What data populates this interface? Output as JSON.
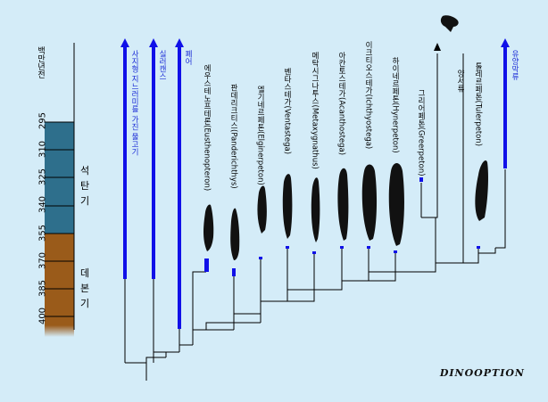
{
  "time_axis": {
    "unit_label": "백만년전",
    "ticks": [
      "295",
      "310",
      "325",
      "340",
      "355",
      "370",
      "385",
      "400"
    ]
  },
  "periods": [
    {
      "name": "석탄기",
      "color": "#2e6f8c"
    },
    {
      "name": "데본기",
      "color": "#9a5b1a"
    }
  ],
  "taxa": [
    {
      "id": "sarcopterygii",
      "label": "사지형 지느러미를 가진 물고기",
      "color": "blue"
    },
    {
      "id": "lungfish",
      "label": "실러캔스",
      "color": "blue"
    },
    {
      "id": "coelacanth",
      "label": "폐어",
      "color": "blue"
    },
    {
      "id": "eusthenopteron",
      "label": "에우스테노프테론(Eusthenopteron)",
      "color": "black"
    },
    {
      "id": "panderichthys",
      "label": "판데리크티스(Panderichthys)",
      "color": "black"
    },
    {
      "id": "elginerpeton",
      "label": "엘기네르페톤(Elginerpeton)",
      "color": "black"
    },
    {
      "id": "ventastega",
      "label": "벤타스테가(Ventastega)",
      "color": "black"
    },
    {
      "id": "metaxygnathus",
      "label": "메탁시그나투스(Metaxygnathus)",
      "color": "black"
    },
    {
      "id": "acanthostega",
      "label": "아칸토스테가(Acanthostega)",
      "color": "black"
    },
    {
      "id": "ichthyostega",
      "label": "이크티오스테가(Ichthyostega)",
      "color": "black"
    },
    {
      "id": "hynerpeton",
      "label": "하이네르페톤(Hynerpeton)",
      "color": "black"
    },
    {
      "id": "greerpeton",
      "label": "그리어페톤(Greerpeton)",
      "color": "black"
    },
    {
      "id": "amphibians",
      "label": "양서류",
      "color": "black"
    },
    {
      "id": "tulerpeton",
      "label": "툴레르페톤(Tulerpeton)",
      "color": "black"
    },
    {
      "id": "amniotes",
      "label": "유양막류",
      "color": "blue"
    }
  ],
  "colors": {
    "background": "#d4ecf8",
    "lineage_blue": "#1010e8",
    "silhouette": "#111111"
  },
  "logo": "DINOOPTION"
}
